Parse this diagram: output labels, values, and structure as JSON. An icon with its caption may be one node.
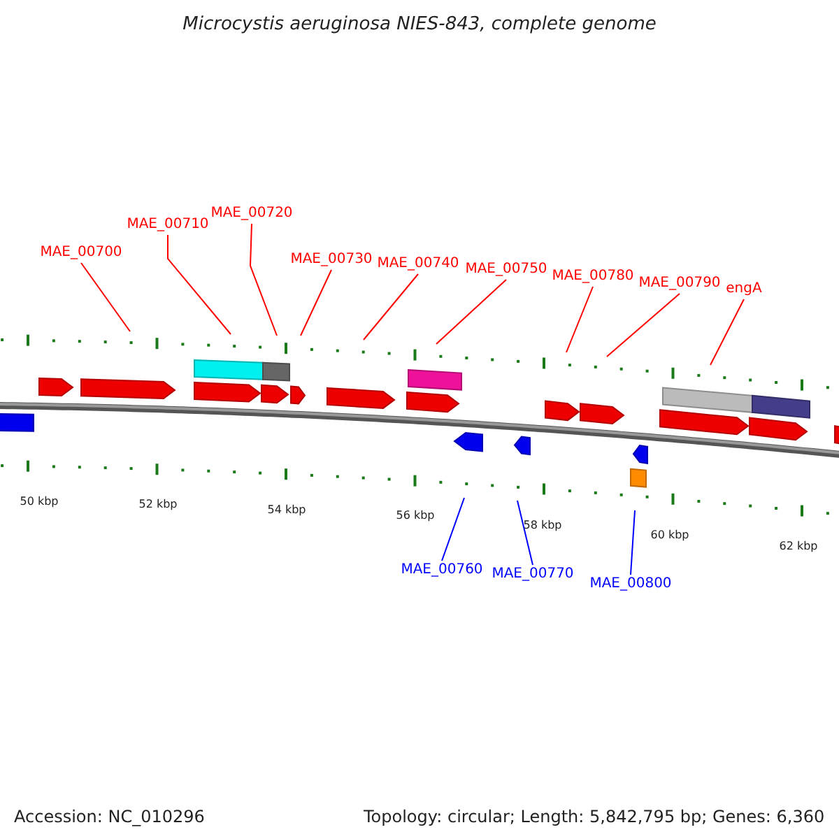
{
  "diagram": {
    "title": "Microcystis aeruginosa NIES-843, complete genome",
    "nodes": [
      {
        "text": [
          "MAE_00700"
        ]
      },
      {
        "text": [
          "MAE_00710"
        ]
      },
      {
        "text": [
          "MAE_00720"
        ]
      },
      {
        "text": [
          "MAE_00730"
        ]
      },
      {
        "text": [
          "MAE_00740"
        ]
      },
      {
        "text": [
          "MAE_00750"
        ]
      },
      {
        "text": [
          "MAE_00780"
        ]
      },
      {
        "text": [
          "MAE_00790"
        ]
      },
      {
        "text": [
          "engA"
        ]
      },
      {
        "text": [
          "MAE_00760"
        ]
      },
      {
        "text": [
          "MAE_00770"
        ]
      },
      {
        "text": [
          "MAE_00800"
        ]
      }
    ],
    "edges": [
      {
        "from": 0,
        "to": null,
        "arrow": "none"
      },
      {
        "from": 1,
        "to": null,
        "arrow": "none"
      },
      {
        "from": 2,
        "to": null,
        "arrow": "none"
      },
      {
        "from": 3,
        "to": null,
        "arrow": "none"
      },
      {
        "from": 4,
        "to": null,
        "arrow": "none"
      },
      {
        "from": 5,
        "to": null,
        "arrow": "none"
      },
      {
        "from": 6,
        "to": null,
        "arrow": "none"
      },
      {
        "from": 7,
        "to": null,
        "arrow": "none"
      },
      {
        "from": 8,
        "to": null,
        "arrow": "none"
      },
      {
        "from": 9,
        "to": null,
        "arrow": "none",
        "color": "#0000ff"
      },
      {
        "from": 10,
        "to": null,
        "arrow": "none",
        "color": "#0000ff"
      },
      {
        "from": 11,
        "to": null,
        "arrow": "none",
        "color": "#0000ff"
      }
    ],
    "labels": [
      "50 kbp",
      "52 kbp",
      "54 kbp",
      "56 kbp",
      "58 kbp",
      "60 kbp",
      "62 kbp",
      "Accession: NC_010296",
      "Topology: circular; Length: 5,842,795 bp; Genes: 6,360"
    ]
  }
}
